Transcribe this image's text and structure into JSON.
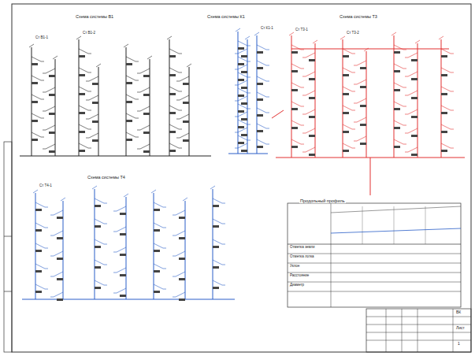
{
  "diagram": {
    "labels": [
      "Схема системы В1",
      "Схема системы К1",
      "Схема системы Т3",
      "Схема системы Т4",
      "Продольный профиль",
      "Ст В1-1",
      "Ст В1-2",
      "Ст К1-1",
      "Ст Т3-1",
      "Ст Т3-2",
      "Ст Т4-1",
      "Отметка земли",
      "Отметка лотка",
      "Уклон",
      "Расстояние",
      "Диаметр",
      "ВК",
      "Лист",
      "1"
    ]
  }
}
